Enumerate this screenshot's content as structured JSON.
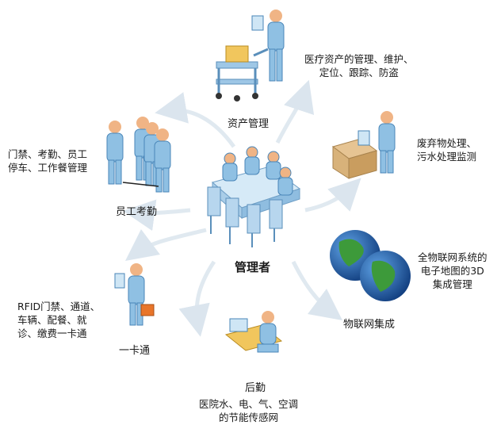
{
  "center": {
    "label": "管理者"
  },
  "nodes": {
    "asset": {
      "title": "资产管理",
      "desc": [
        "医疗资产的管理、维护、",
        "定位、跟踪、防盗"
      ]
    },
    "staff": {
      "title": "员工考勤",
      "desc": [
        "门禁、考勤、员工",
        "停车、工作餐管理"
      ]
    },
    "waste": {
      "title": "",
      "desc": [
        "废弃物处理、",
        "污水处理监测"
      ]
    },
    "iot": {
      "title": "物联网集成",
      "desc": [
        "全物联网系统的",
        "电子地图的3D",
        "集成管理"
      ]
    },
    "card": {
      "title": "一卡通",
      "desc": [
        "RFID门禁、通道、",
        "车辆、配餐、就",
        "诊、缴费一卡通"
      ]
    },
    "logistics": {
      "title": "后勤",
      "desc": [
        "医院水、电、气、空调",
        "的节能传感网"
      ]
    }
  },
  "colors": {
    "figure": "#8fc0e3",
    "figure_dark": "#4a86b8",
    "arrow": "#dfe8ef",
    "globe_sea": "#1f5fae",
    "globe_land": "#3d9a3a",
    "box": "#d8b27a"
  }
}
